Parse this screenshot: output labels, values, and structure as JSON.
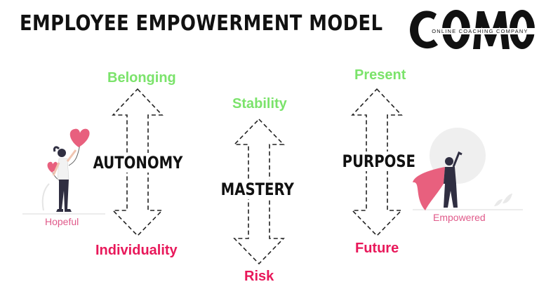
{
  "header": {
    "title": "EMPLOYEE EMPOWERMENT MODEL"
  },
  "logo": {
    "wordmark": "COMO",
    "tagline": "ONLINE COACHING COMPANY"
  },
  "dimensions": [
    {
      "name": "AUTONOMY",
      "top_pole": "Belonging",
      "bottom_pole": "Individuality"
    },
    {
      "name": "MASTERY",
      "top_pole": "Stability",
      "bottom_pole": "Risk"
    },
    {
      "name": "PURPOSE",
      "top_pole": "Present",
      "bottom_pole": "Future"
    }
  ],
  "figures": {
    "left_label": "Hopeful",
    "right_label": "Empowered"
  },
  "colors": {
    "top_pole": "#7be36b",
    "bottom_pole": "#e8185a",
    "accent_pink": "#e05a8a",
    "cape": "#e8607e"
  }
}
